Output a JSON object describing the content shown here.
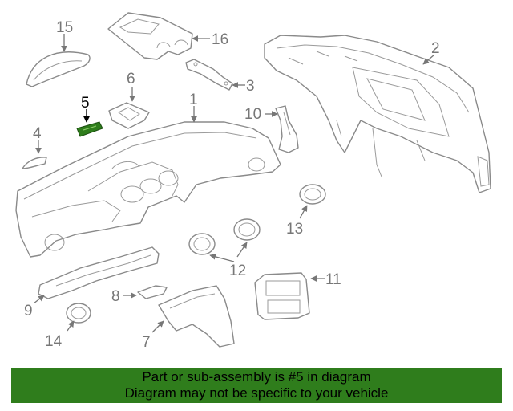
{
  "callouts": {
    "c1": "1",
    "c2": "2",
    "c3": "3",
    "c4": "4",
    "c5": "5",
    "c6": "6",
    "c7": "7",
    "c8": "8",
    "c9": "9",
    "c10": "10",
    "c11": "11",
    "c12": "12",
    "c13": "13",
    "c14": "14",
    "c15": "15",
    "c16": "16"
  },
  "highlight": {
    "part": "5",
    "color": "#2f7d1c"
  },
  "banner": {
    "line1": "Part or sub-assembly is #5 in diagram",
    "line2": "Diagram may not be specific to your vehicle",
    "background": "#2f7d1c"
  }
}
